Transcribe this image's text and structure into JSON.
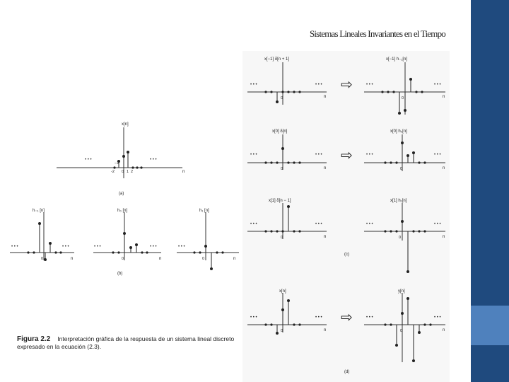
{
  "slide": {
    "title": "Sistemas Lineales Invariantes en el Tiempo"
  },
  "figure": {
    "caption_label": "Figura 2.2",
    "caption_text": "Interpretación gráfica de la respuesta de un sistema lineal discreto expresado en la ecuación (2.3).",
    "panel_labels": {
      "a": "(a)",
      "b": "(b)",
      "c": "(c)",
      "d": "(d)"
    },
    "axis_label": "n",
    "ellipsis": "• • •",
    "arrow_symbol": "⇨",
    "plots": {
      "a_x": {
        "label": "x[n]",
        "tick_neg2": "-2",
        "tick_neg1": "−1",
        "tick_0": "0",
        "tick_1": "1",
        "tick_2": "2"
      },
      "b1": {
        "label": "h₋₁ [n]",
        "tick_0": "0"
      },
      "b2": {
        "label": "h₀ [n]",
        "tick_0": "0"
      },
      "b3": {
        "label": "h₁ [n]",
        "tick_0": "0"
      },
      "c1_left": {
        "label": "x[−1] δ[n + 1]",
        "tick_0": "0"
      },
      "c1_right": {
        "label": "x[−1] h₋₁[n]",
        "tick_0": "0"
      },
      "c2_left": {
        "label": "x[0] δ[n]",
        "tick_0": "0"
      },
      "c2_right": {
        "label": "x[0] h₀[n]",
        "tick_0": "0"
      },
      "c3_left": {
        "label": "x[1] δ[n − 1]",
        "tick_0": "0"
      },
      "c3_right": {
        "label": "x[1] h₁[n]",
        "tick_0": "0"
      },
      "d_left": {
        "label": "x[n]",
        "tick_0": "0"
      },
      "d_right": {
        "label": "y[n]",
        "tick_0": "0"
      }
    }
  }
}
